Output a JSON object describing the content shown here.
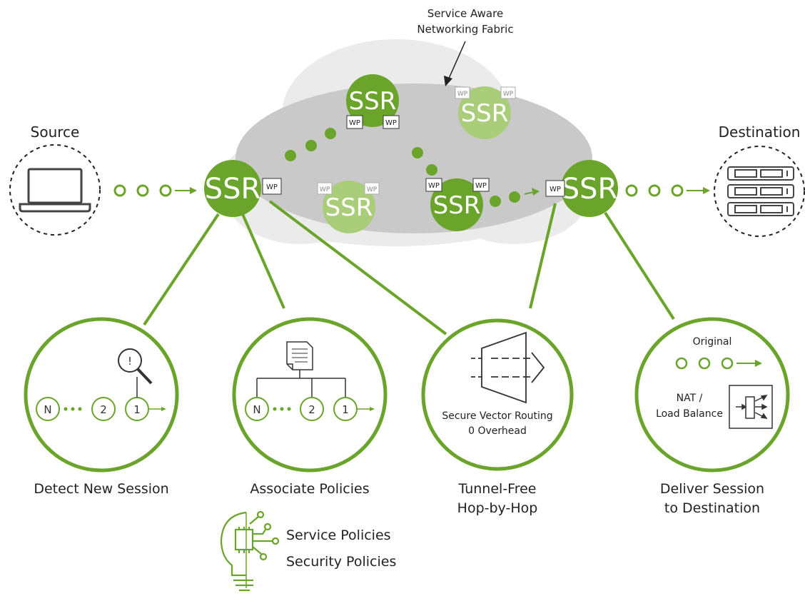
{
  "labels": {
    "fabric_line1": "Service Aware",
    "fabric_line2": "Networking Fabric",
    "source": "Source",
    "destination": "Destination"
  },
  "router": {
    "label": "SSR",
    "waypoint": "WP"
  },
  "steps": {
    "detect": {
      "title": "Detect New Session",
      "n": "N",
      "two": "2",
      "one": "1",
      "alert": "!"
    },
    "associate": {
      "title": "Associate Policies",
      "n": "N",
      "two": "2",
      "one": "1"
    },
    "tunnel": {
      "title_line1": "Tunnel-Free",
      "title_line2": "Hop-by-Hop",
      "caption_line1": "Secure Vector Routing",
      "caption_line2": "0 Overhead"
    },
    "deliver": {
      "title_line1": "Deliver Session",
      "title_line2": "to Destination",
      "original": "Original",
      "nat_line1": "NAT /",
      "nat_line2": "Load Balance"
    }
  },
  "policies": {
    "line1": "Service Policies",
    "line2": "Security Policies"
  },
  "colors": {
    "green": "#6aa42b",
    "light_green": "#a9cd78",
    "cloud_light": "#ebebeb",
    "cloud_dark": "#c9c9c9",
    "gray_icon": "#555555"
  }
}
